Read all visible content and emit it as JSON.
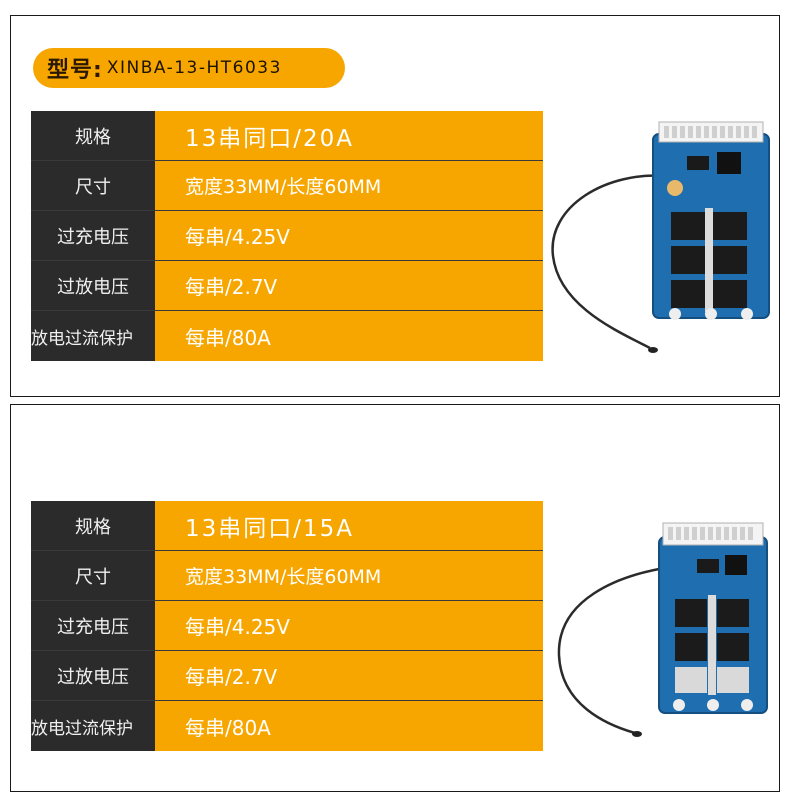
{
  "model": {
    "label": "型号:",
    "value": "XINBA-13-HT6033"
  },
  "panels": [
    {
      "specs": [
        {
          "key": "规格",
          "value": "13串同口/20A"
        },
        {
          "key": "尺寸",
          "value": "宽度33MM/长度60MM"
        },
        {
          "key": "过充电压",
          "value": "每串/4.25V"
        },
        {
          "key": "过放电压",
          "value": "每串/2.7V"
        },
        {
          "key": "放电过流保护",
          "value": "每串/80A"
        }
      ]
    },
    {
      "specs": [
        {
          "key": "规格",
          "value": "13串同口/15A"
        },
        {
          "key": "尺寸",
          "value": "宽度33MM/长度60MM"
        },
        {
          "key": "过充电压",
          "value": "每串/4.25V"
        },
        {
          "key": "过放电压",
          "value": "每串/2.7V"
        },
        {
          "key": "放电过流保护",
          "value": "每串/80A"
        }
      ]
    }
  ],
  "colors": {
    "accent": "#f7a600",
    "label_bg": "#2b2b2b",
    "pcb": "#1f6fb0"
  }
}
